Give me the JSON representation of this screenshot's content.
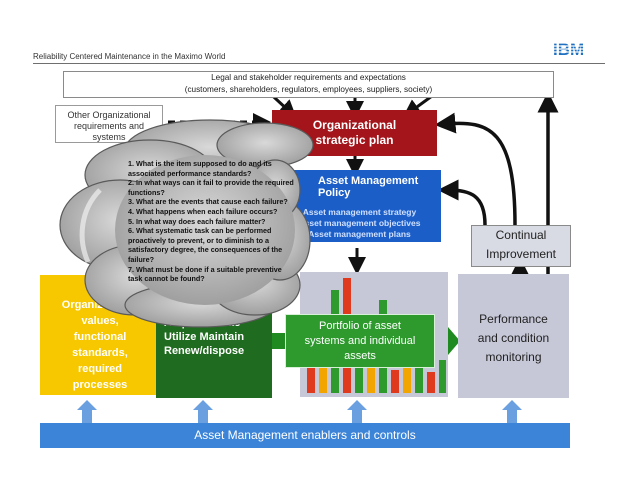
{
  "header": {
    "title": "Reliability Centered Maintenance in the Maximo World",
    "logo_text": "IBM"
  },
  "stakeholder": {
    "line1": "Legal and stakeholder requirements and expectations",
    "line2": "(customers, shareholders, regulators, employees, suppliers, society)"
  },
  "other_org": {
    "line1": "Other Organizational",
    "line2": "requirements and",
    "line3": "systems"
  },
  "strategic_plan": {
    "line1": "Organizational",
    "line2": "strategic plan"
  },
  "policy": {
    "title": "Asset Management Policy",
    "items": [
      "Asset management strategy",
      "Asset management objectives",
      "Asset management plans"
    ]
  },
  "continual": {
    "line1": "Continual",
    "line2": "Improvement"
  },
  "org_values": {
    "line1": "Organizational",
    "line2": "values,",
    "line3": "functional",
    "line4": "standards,",
    "line5": "required",
    "line6": "processes"
  },
  "lifecycle": {
    "line1": "Acquire/create",
    "line2": "Utilize Maintain",
    "line3": "Renew/dispose"
  },
  "portfolio": {
    "line1": "Portfolio of asset",
    "line2": "systems and individual",
    "line3": "assets"
  },
  "performance": {
    "line1": "Performance",
    "line2": "and condition",
    "line3": "monitoring"
  },
  "enablers": {
    "label": "Asset Management enablers and controls"
  },
  "rcm_questions": [
    "1.  What is the item supposed to do and its associated performance standards?",
    "2.  In what ways can it fail to provide the required functions?",
    "3.  What are the events that cause each failure?",
    "4.  What happens when each failure occurs?",
    "5.  In what way does each failure matter?",
    "6.  What systematic task can be performed proactively to prevent, or to diminish to a satisfactory degree, the consequences of the failure?",
    "7.  What must be done if a suitable preventive task cannot be found?"
  ],
  "colors": {
    "strategic_red": "#a3151a",
    "policy_blue": "#1c5ec7",
    "org_yellow": "#f7c700",
    "lifecycle_green": "#1f6b1f",
    "portfolio_green": "#2e9a2e",
    "enablers_blue": "#3c84d8",
    "ibm_blue": "#1f70c1"
  }
}
